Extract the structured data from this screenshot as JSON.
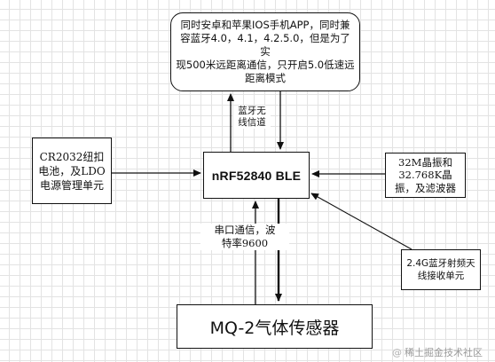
{
  "diagram": {
    "note": "同时安卓和苹果IOS手机APP，同时兼\n容蓝牙4.0，4.1，4.2.5.0，但是为了实\n现500米远距离通信，只开启5.0低速远\n距离模式",
    "main_chip": "nRF52840 BLE",
    "power": "CR2032纽扣\n电池，及LDO\n电源管理单元",
    "crystal": "32M晶振和\n32.768K晶\n振，及滤波器",
    "antenna": "2.4G蓝牙射频天\n线接收单元",
    "sensor": "MQ-2气体传感器",
    "label_bluetooth": "蓝牙无\n线信道",
    "label_uart": "串口通信，波\n特率9600"
  },
  "watermark": {
    "text": "稀土掘金技术社区"
  }
}
